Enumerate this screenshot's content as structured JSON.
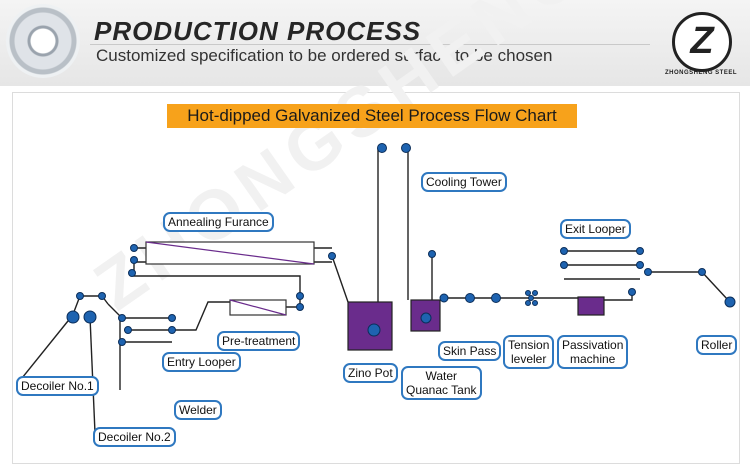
{
  "header": {
    "title": "PRODUCTION PROCESS",
    "subtitle": "Customized specification to be ordered surface to be chosen",
    "logo_text": "ZHONGSHENG STEEL"
  },
  "watermark": "ZHONGSHENG",
  "chart": {
    "title": "Hot-dipped Galvanized Steel Process Flow Chart",
    "labels": {
      "annealing_furnace": "Annealing Furance",
      "cooling_tower": "Cooling Tower",
      "exit_looper": "Exit Looper",
      "pre_treatment": "Pre-treatment",
      "entry_looper": "Entry Looper",
      "decoiler_1": "Decoiler No.1",
      "welder": "Welder",
      "decoiler_2": "Decoiler No.2",
      "zinc_pot": "Zino Pot",
      "water_quench_line1": "Water",
      "water_quench_line2": "Quanac Tank",
      "skin_pass": "Skin Pass",
      "tension_leveler_line1": "Tension",
      "tension_leveler_line2": "leveler",
      "passivation_line1": "Passivation",
      "passivation_line2": "machine",
      "roller": "Roller"
    }
  },
  "colors": {
    "label_border": "#2f78c0",
    "roller_fill": "#1e63b0",
    "tank_fill": "#6a2c8c",
    "title_bg": "#f7a21b"
  }
}
